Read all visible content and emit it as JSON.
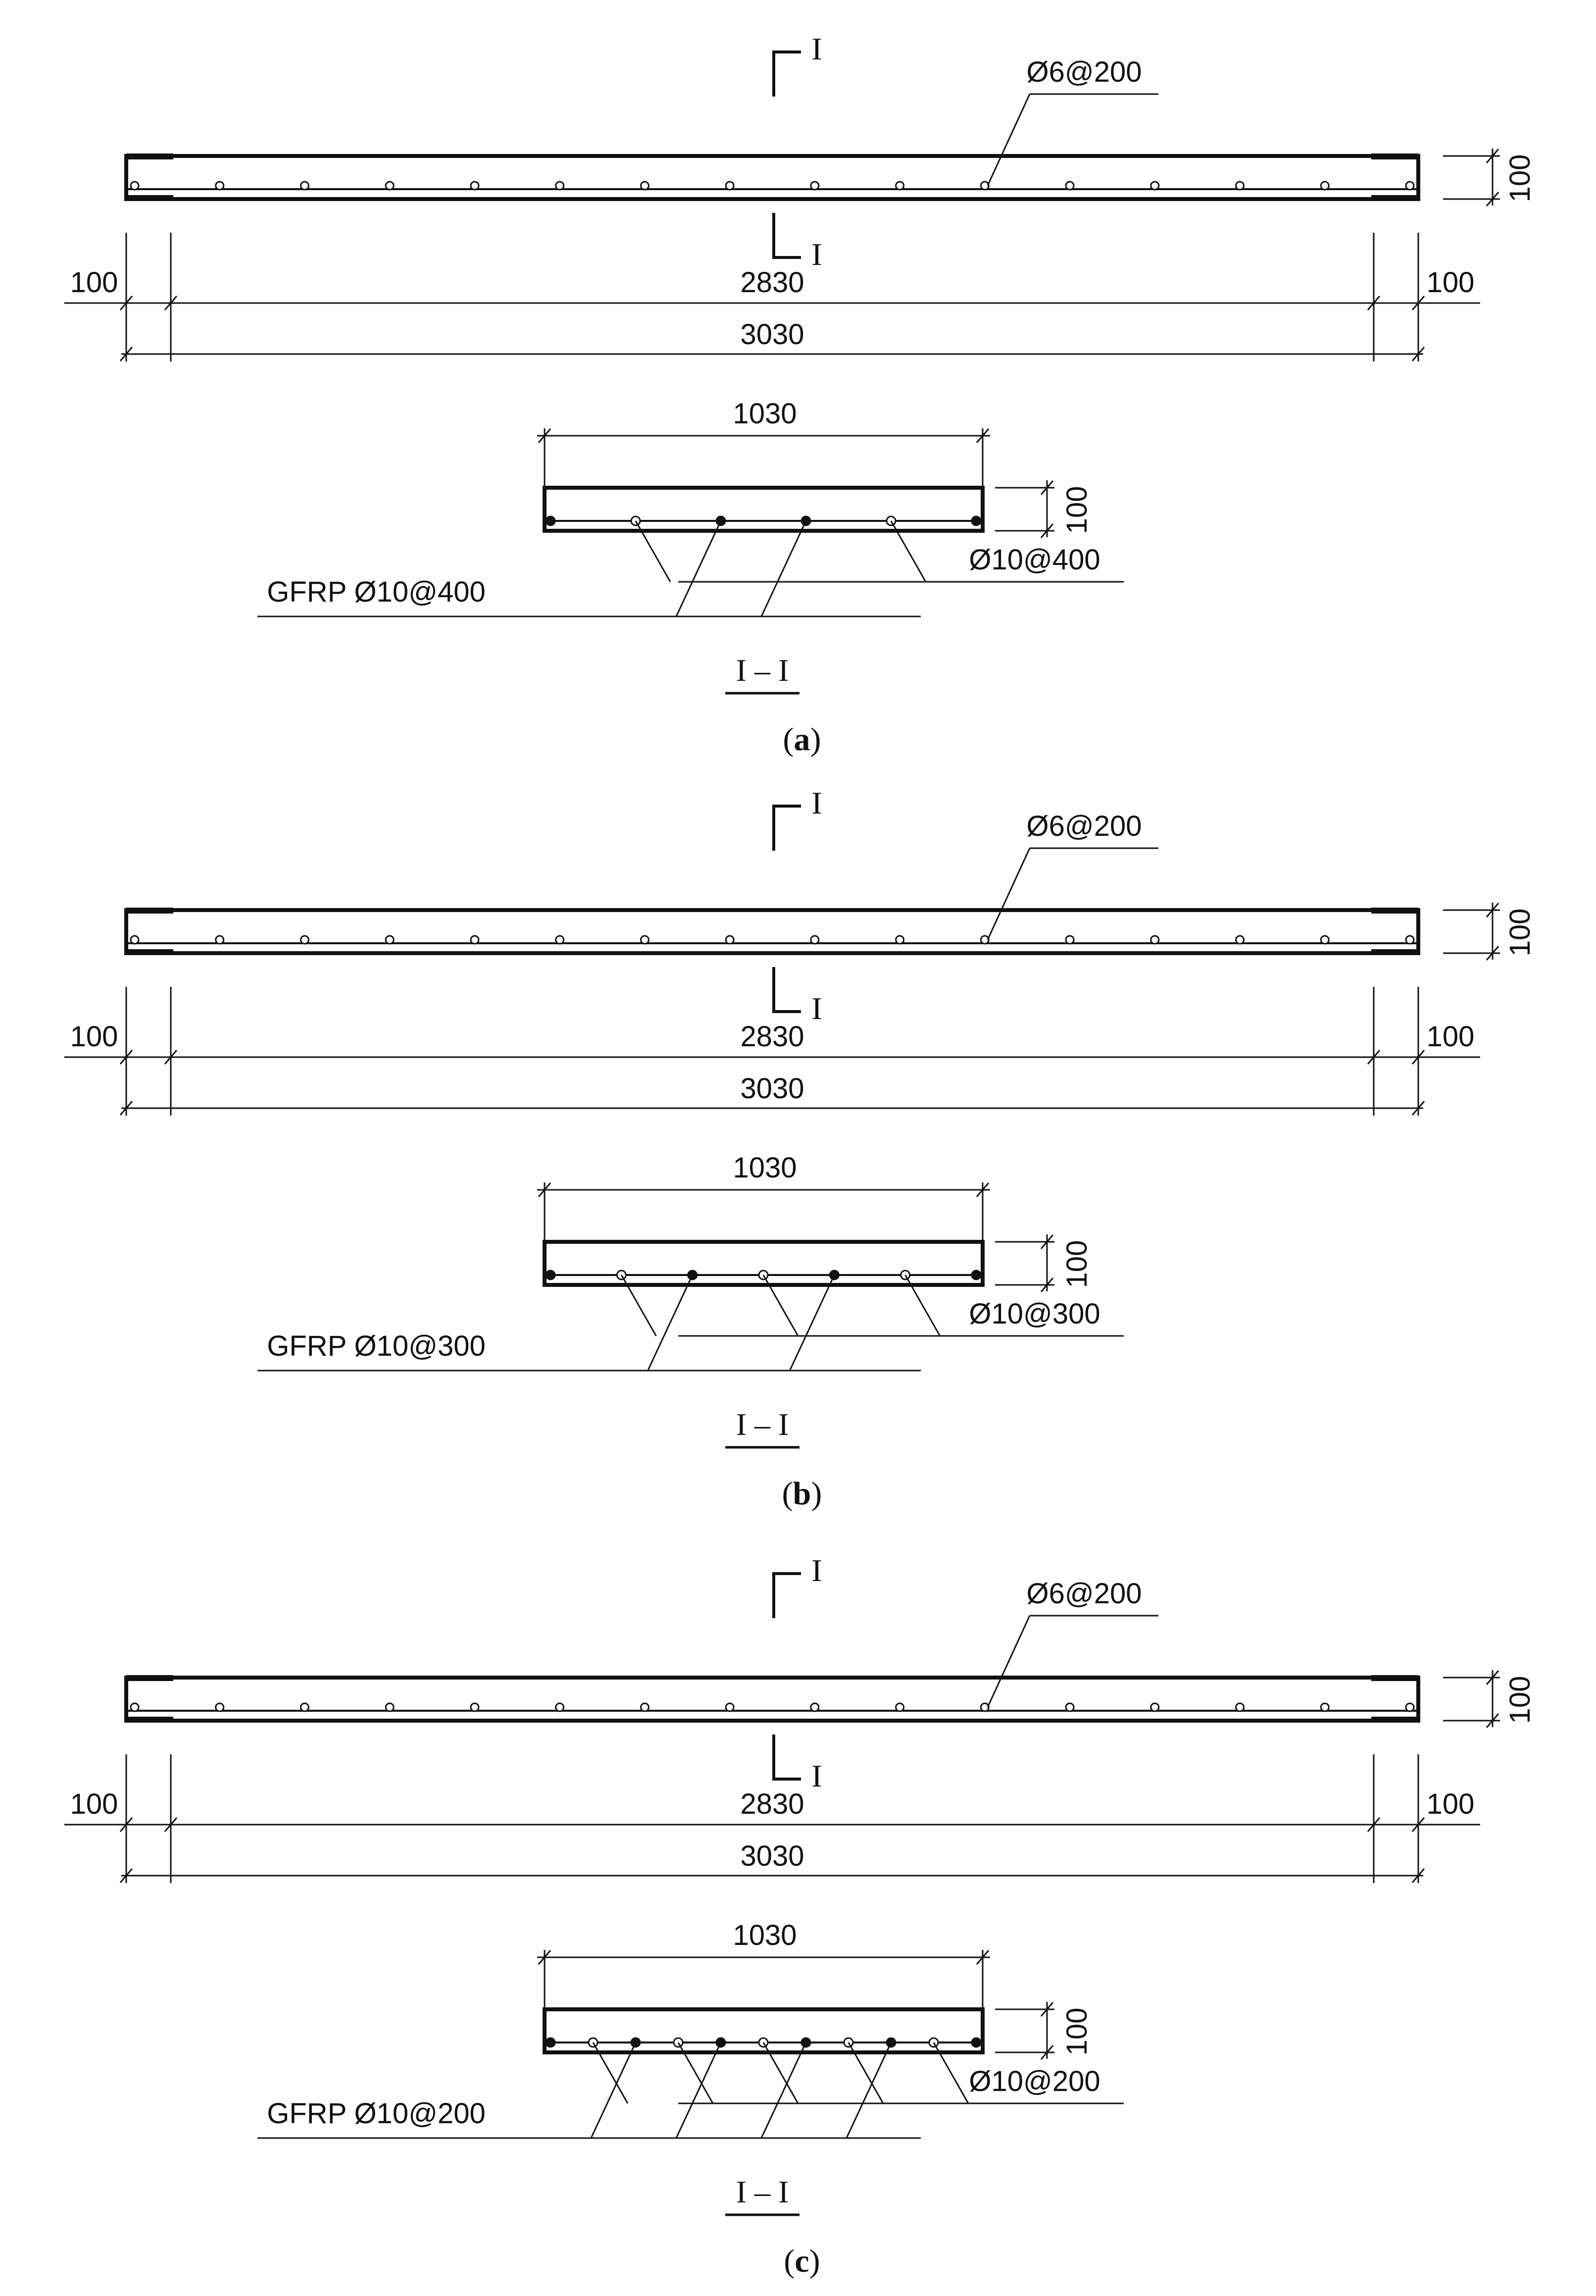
{
  "colors": {
    "ink": "#111111",
    "paper": "#ffffff"
  },
  "common": {
    "top_bar_label": "Ø6@200",
    "dims": {
      "height": "100",
      "span": "2830",
      "end_left": "100",
      "end_right": "100",
      "overall": "3030",
      "width": "1030"
    },
    "section_mark": "I",
    "section_title": "I – I"
  },
  "panels": [
    {
      "id": "a",
      "caption": "a",
      "gfrp_label": "GFRP Ø10@400",
      "steel_label": "Ø10@400",
      "section_bars": [
        "filled",
        "open",
        "filled",
        "filled",
        "open",
        "filled"
      ]
    },
    {
      "id": "b",
      "caption": "b",
      "gfrp_label": "GFRP Ø10@300",
      "steel_label": "Ø10@300",
      "section_bars": [
        "filled",
        "open",
        "filled",
        "open",
        "filled",
        "open",
        "filled"
      ]
    },
    {
      "id": "c",
      "caption": "c",
      "gfrp_label": "GFRP Ø10@200",
      "steel_label": "Ø10@200",
      "section_bars": [
        "filled",
        "open",
        "filled",
        "open",
        "filled",
        "open",
        "filled",
        "open",
        "filled",
        "open",
        "filled"
      ]
    }
  ]
}
